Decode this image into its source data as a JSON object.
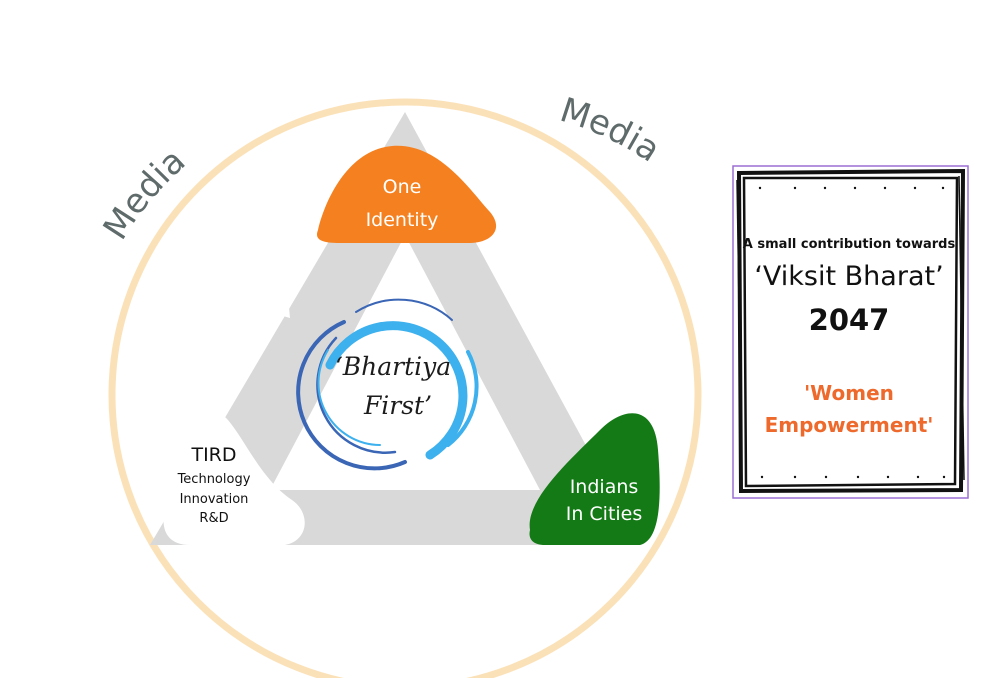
{
  "media": {
    "left_label": "Media",
    "right_label": "Media"
  },
  "nodes": {
    "top": {
      "lines": [
        "One",
        "Identity"
      ]
    },
    "bottom_right": {
      "lines": [
        "Indians",
        "In Cities"
      ]
    },
    "bottom_left": {
      "title": "TIRD",
      "lines": [
        "Technology",
        "Innovation",
        "R&D"
      ]
    }
  },
  "center": {
    "lines": [
      "‘Bhartiya",
      "First’"
    ]
  },
  "card": {
    "line1": "A small contribution towards",
    "line2": "‘Viksit Bharat’",
    "year": "2047",
    "focus_lines": [
      "'Women",
      "Empowerment'"
    ]
  },
  "colors": {
    "ring": "#fbe1b8",
    "triangle": "#d9d9d9",
    "saffron": "#f5801f",
    "green": "#137a15",
    "swirl_light": "#3db0ee",
    "swirl_dark": "#3a66b5",
    "card_frame": "#9b6fd4",
    "focus_text": "#ee6a2c"
  }
}
